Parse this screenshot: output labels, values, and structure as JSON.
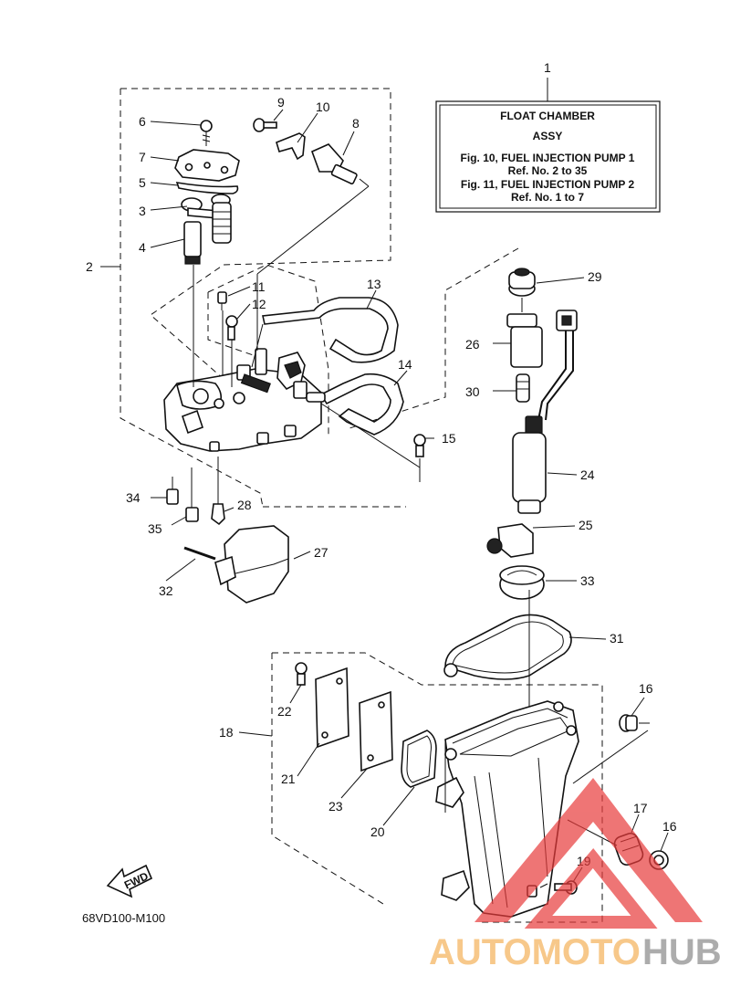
{
  "info_box": {
    "ref_number": "1",
    "title_line1": "FLOAT CHAMBER",
    "title_line2": "ASSY",
    "line3": "Fig. 10, FUEL INJECTION PUMP 1",
    "line4": "Ref. No. 2 to 35",
    "line5": "Fig. 11, FUEL INJECTION PUMP 2",
    "line6": "Ref. No. 1 to 7"
  },
  "callouts": {
    "c2": "2",
    "c3": "3",
    "c4": "4",
    "c5": "5",
    "c6": "6",
    "c7": "7",
    "c8": "8",
    "c9": "9",
    "c10": "10",
    "c11": "11",
    "c12": "12",
    "c13": "13",
    "c14": "14",
    "c15": "15",
    "c16a": "16",
    "c16b": "16",
    "c17": "17",
    "c18": "18",
    "c19": "19",
    "c20": "20",
    "c21": "21",
    "c22": "22",
    "c23": "23",
    "c24": "24",
    "c25": "25",
    "c26": "26",
    "c27": "27",
    "c28": "28",
    "c29": "29",
    "c30": "30",
    "c31": "31",
    "c32": "32",
    "c33": "33",
    "c34": "34",
    "c35": "35"
  },
  "fwd_label": "FWD",
  "diagram_code": "68VD100-M100",
  "watermark": {
    "part1": "AUTOMOTO",
    "part2": "HUB",
    "color_light": "#f5b25a",
    "color_dark": "#8a8a8a",
    "triangle_color": "#e83b3b"
  }
}
